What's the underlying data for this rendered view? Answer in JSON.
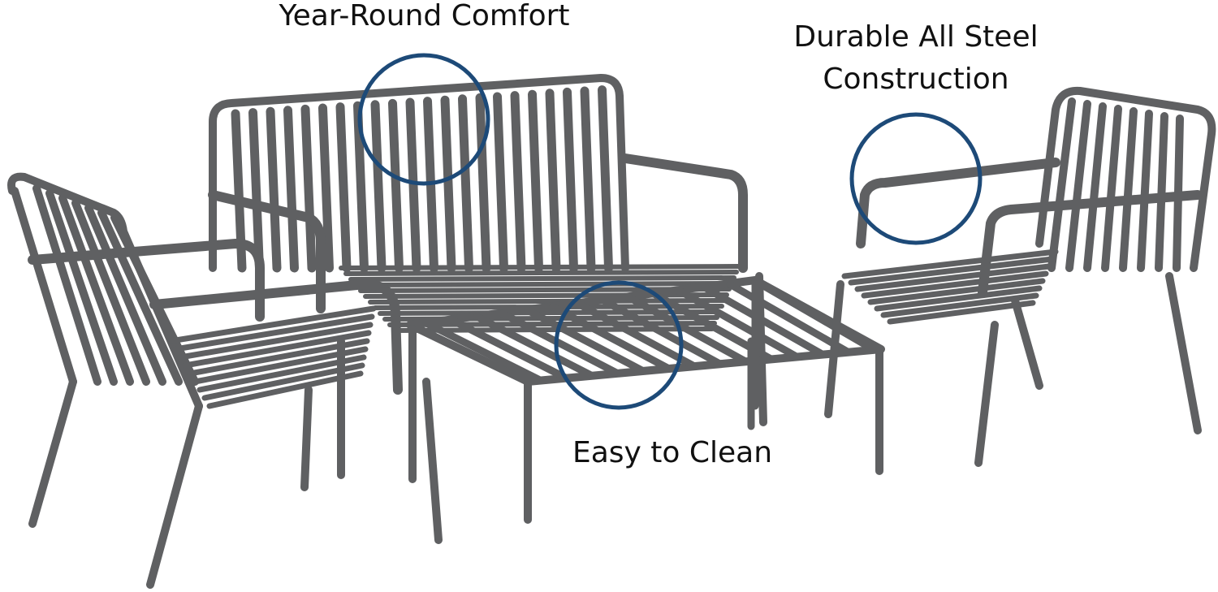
{
  "callouts": {
    "comfort": "Year-Round Comfort",
    "steel_line1": "Durable All Steel",
    "steel_line2": "Construction",
    "clean": "Easy to Clean"
  },
  "colors": {
    "frame": "#5f6062",
    "frame_light": "#8a8b8d",
    "callout_ring": "#1d4a78"
  }
}
